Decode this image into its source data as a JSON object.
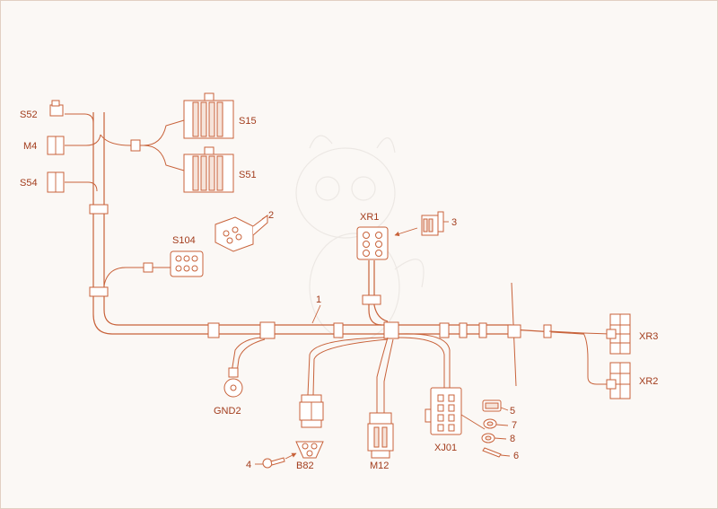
{
  "colors": {
    "line": "#c8623a",
    "text": "#a23c1c",
    "background": "#fbf8f5",
    "border": "#e2cfc3"
  },
  "labels": {
    "s52": "S52",
    "m4": "M4",
    "s54": "S54",
    "s15": "S15",
    "s51": "S51",
    "s104": "S104",
    "xr1": "XR1",
    "xr3": "XR3",
    "xr2": "XR2",
    "gnd2": "GND2",
    "b82": "B82",
    "m12": "M12",
    "xj01": "XJ01"
  },
  "callouts": {
    "c1": "1",
    "c2": "2",
    "c3": "3",
    "c4": "4",
    "c5": "5",
    "c6": "6",
    "c7": "7",
    "c8": "8"
  }
}
